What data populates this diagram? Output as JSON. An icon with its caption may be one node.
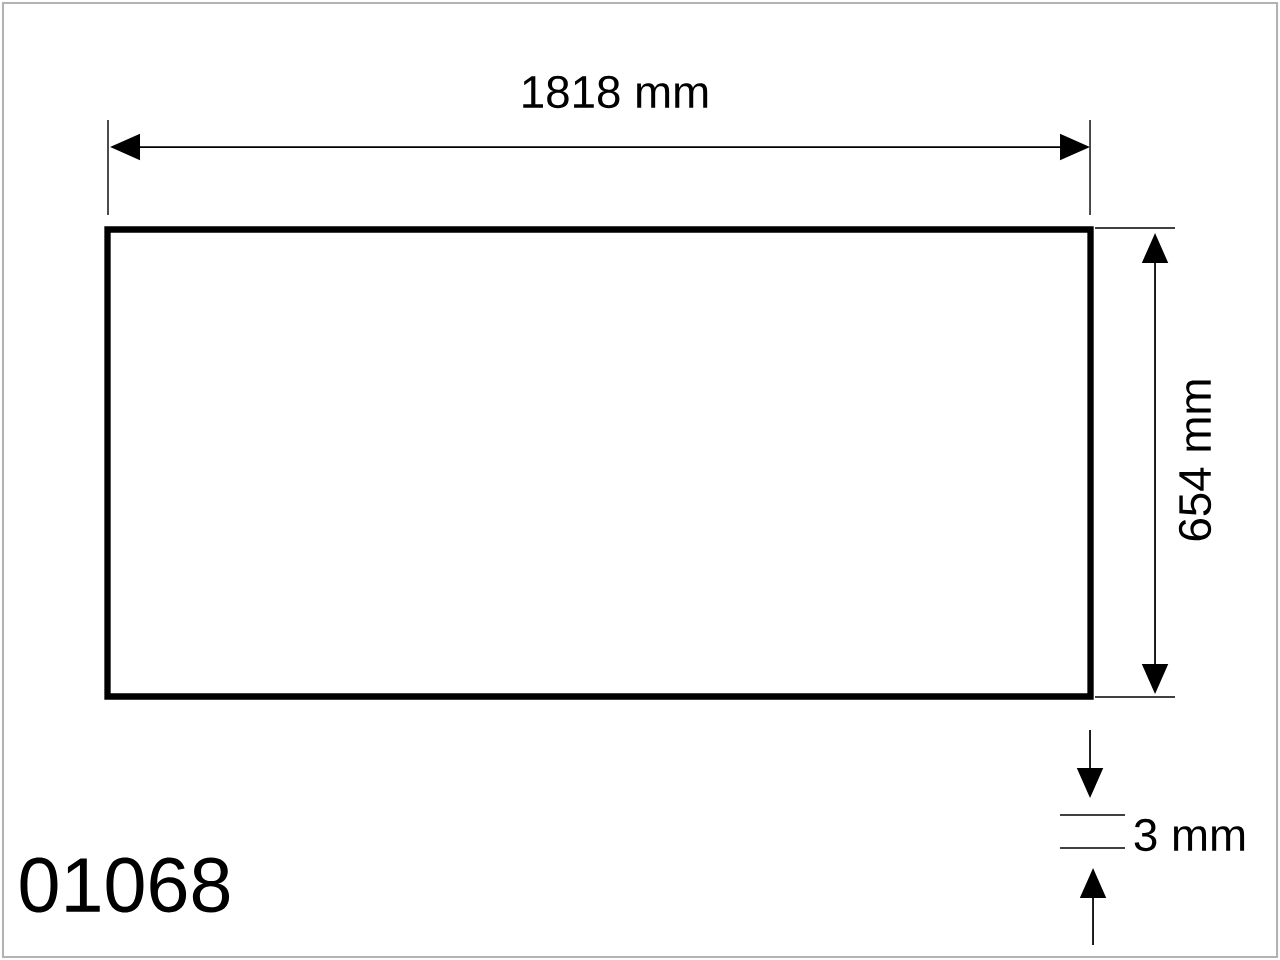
{
  "diagram": {
    "nodes": [
      {
        "text": [],
        "shape": "box"
      }
    ],
    "labels": [
      "1818 mm",
      "654 mm",
      "3 mm",
      "01068"
    ]
  }
}
